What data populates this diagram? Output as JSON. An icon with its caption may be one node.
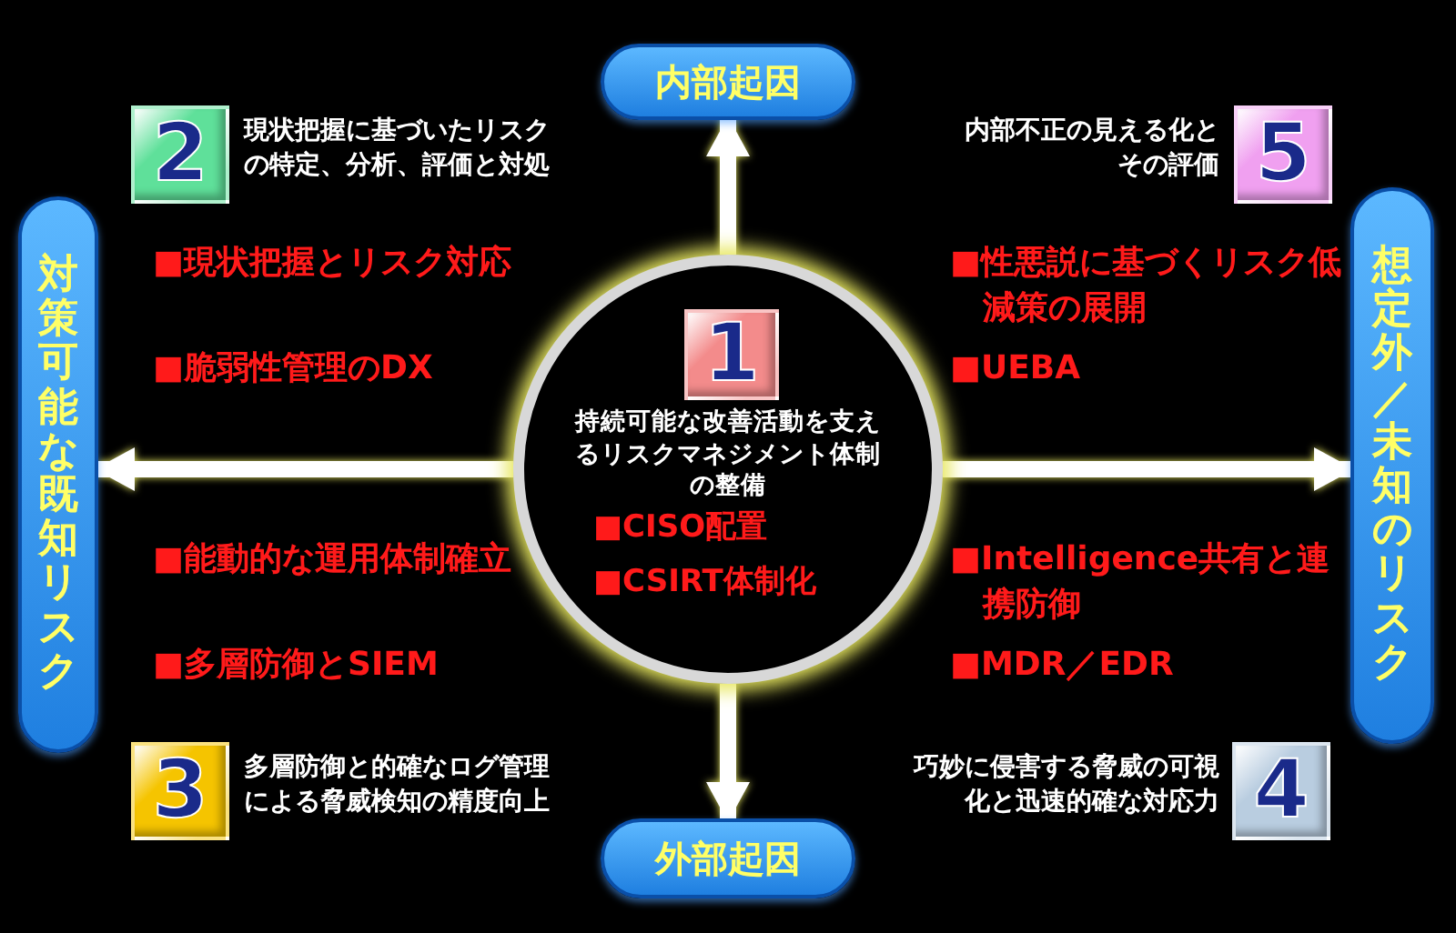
{
  "diagram": {
    "nodes": [
      {
        "text": [
          "内部起因"
        ]
      },
      {
        "text": [
          "2"
        ],
        "beside": [
          "現状把握に基づいたリスクの特定、分析、評価と対処"
        ]
      },
      {
        "text": [
          "5"
        ],
        "beside": [
          "内部不正の見える化とその評価"
        ]
      },
      {
        "text": [
          "対策可能な既知リスク"
        ]
      },
      {
        "text": [
          "想定外／未知のリスク"
        ]
      },
      {
        "text": [
          "持続可能な改善活動を支えるリスクマネジメント体制の整備",
          "■CISO配置",
          "■CSIRT体制化"
        ]
      },
      {
        "text": [
          "1"
        ],
        "in": 5
      },
      {
        "text": [
          "3"
        ],
        "beside": [
          "多層防御と的確なログ管理による脅威検知の精度向上"
        ]
      },
      {
        "text": [
          "4"
        ],
        "beside": [
          "巧妙に侵害する脅威の可視化と迅速的確な対応力"
        ]
      },
      {
        "text": [
          "外部起因"
        ]
      }
    ],
    "edges": [
      {
        "from": 5,
        "to": 0,
        "arrow": "to"
      },
      {
        "from": 5,
        "to": 3,
        "arrow": "to"
      },
      {
        "from": 5,
        "to": 4,
        "arrow": "to"
      },
      {
        "from": 5,
        "to": 9,
        "arrow": "to"
      }
    ],
    "labels": [
      "■現状把握とリスク対応",
      "■脆弱性管理のDX",
      "■性悪説に基づくリスク低減策の展開",
      "■UEBA",
      "■能動的な運用体制確立",
      "■多層防御とSIEM",
      "■Intelligence共有と連携防御",
      "■MDR／EDR"
    ]
  }
}
